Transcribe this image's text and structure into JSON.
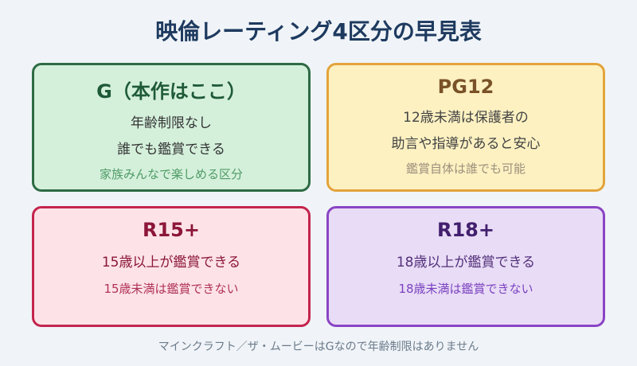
{
  "title": "映倫レーティング4区分の早見表",
  "cards": {
    "g": {
      "heading": "G（本作はここ）",
      "line1": "年齢制限なし",
      "line2": "誰でも鑑賞できる",
      "note": "家族みんなで楽しめる区分"
    },
    "pg12": {
      "heading": "PG12",
      "line1": "12歳未満は保護者の",
      "line2": "助言や指導があると安心",
      "note": "鑑賞自体は誰でも可能"
    },
    "r15": {
      "heading": "R15+",
      "line1": "15歳以上が鑑賞できる",
      "note": "15歳未満は鑑賞できない"
    },
    "r18": {
      "heading": "R18+",
      "line1": "18歳以上が鑑賞できる",
      "note": "18歳未満は鑑賞できない"
    }
  },
  "footnote": "マインクラフト／ザ・ムービーはGなので年齢制限はありません"
}
